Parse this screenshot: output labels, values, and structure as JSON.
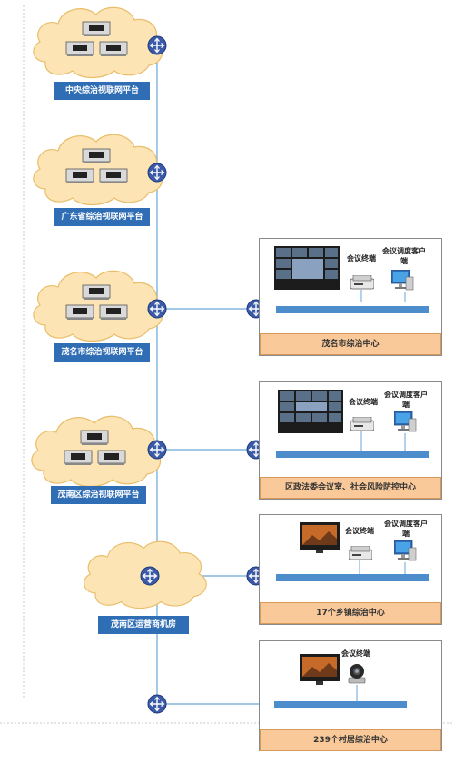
{
  "platforms": [
    {
      "label": "中央综治视联网平台"
    },
    {
      "label": "广东省综治视联网平台"
    },
    {
      "label": "茂名市综治视联网平台"
    },
    {
      "label": "茂南区综治视联网平台"
    }
  ],
  "operator_room": {
    "label": "茂南区运营商机房"
  },
  "centers": [
    {
      "name": "茂名市综治中心",
      "terminal_label": "会议终端",
      "client_label": "会议调度客户端"
    },
    {
      "name": "区政法委会议室、社会风险防控中心",
      "terminal_label": "会议终端",
      "client_label": "会议调度客户端"
    },
    {
      "name": "17个乡镇综治中心",
      "terminal_label": "会议终端",
      "client_label": "会议调度客户端"
    },
    {
      "name": "239个村居综治中心",
      "terminal_label": "会议终端"
    }
  ],
  "colors": {
    "cloud_fill": "#fde4b4",
    "cloud_stroke": "#e9bd6a",
    "label_blue": "#2f6eb5",
    "router_blue": "#3b5aa8",
    "bus_blue": "#4e8dcc",
    "banner_orange": "#f9c99a",
    "link_line": "#6aa6d8"
  },
  "icons": {
    "router": "router-icon",
    "terminal": "video-terminal-icon",
    "client": "computer-icon",
    "video_wall": "video-wall-icon",
    "tv": "tv-icon",
    "camera": "camera-icon"
  }
}
